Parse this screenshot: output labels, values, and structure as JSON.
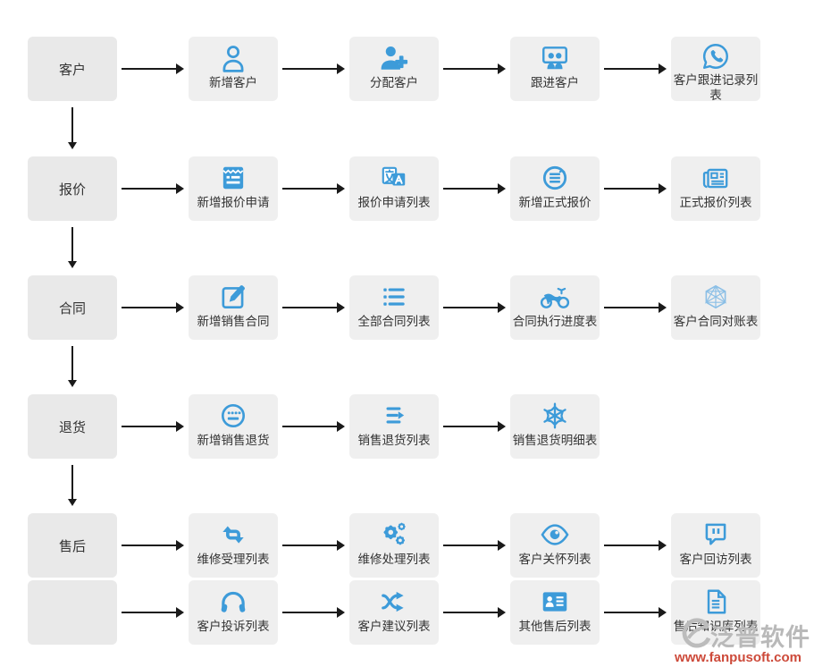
{
  "palette": {
    "icon_blue": "#3d9bd9",
    "icon_blue_light": "#8bbfe6",
    "stage_box_bg": "#e9e9e9",
    "node_box_bg": "#efefef",
    "arrow_color": "#1a1a1a",
    "label_color": "#333333"
  },
  "rows": [
    {
      "name": "customer-row",
      "stage": {
        "label": "客户",
        "name": "stage-customer"
      },
      "arrow_down": true,
      "nodes": [
        {
          "label": "新增客户",
          "name": "add-customer",
          "icon": "user-icon"
        },
        {
          "label": "分配客户",
          "name": "assign-customer",
          "icon": "user-plus-icon"
        },
        {
          "label": "跟进客户",
          "name": "follow-up-customer",
          "icon": "presentation-people-icon"
        },
        {
          "label": "客户跟进记录列表",
          "name": "customer-follow-up-record-list",
          "icon": "whatsapp-icon"
        }
      ]
    },
    {
      "name": "quote-row",
      "stage": {
        "label": "报价",
        "name": "stage-quote"
      },
      "arrow_down": true,
      "nodes": [
        {
          "label": "新增报价申请",
          "name": "add-quote-request",
          "icon": "clipboard-list-icon"
        },
        {
          "label": "报价申请列表",
          "name": "quote-request-list",
          "icon": "translate-icon"
        },
        {
          "label": "新增正式报价",
          "name": "add-formal-quote",
          "icon": "circle-lines-icon"
        },
        {
          "label": "正式报价列表",
          "name": "formal-quote-list",
          "icon": "newspaper-icon"
        }
      ]
    },
    {
      "name": "contract-row",
      "stage": {
        "label": "合同",
        "name": "stage-contract"
      },
      "arrow_down": true,
      "nodes": [
        {
          "label": "新增销售合同",
          "name": "add-sales-contract",
          "icon": "edit-icon"
        },
        {
          "label": "全部合同列表",
          "name": "all-contract-list",
          "icon": "list-icon"
        },
        {
          "label": "合同执行进度表",
          "name": "contract-execution-progress",
          "icon": "motorcycle-icon"
        },
        {
          "label": "客户合同对账表",
          "name": "customer-contract-reconciliation",
          "icon": "hexagon-wireframe-icon"
        }
      ]
    },
    {
      "name": "return-row",
      "stage": {
        "label": "退货",
        "name": "stage-return"
      },
      "arrow_down": true,
      "nodes": [
        {
          "label": "新增销售退货",
          "name": "add-sales-return",
          "icon": "circle-keyboard-icon"
        },
        {
          "label": "销售退货列表",
          "name": "sales-return-list",
          "icon": "lines-arrow-icon"
        },
        {
          "label": "销售退货明细表",
          "name": "sales-return-detail",
          "icon": "snowflake-icon"
        }
      ]
    },
    {
      "name": "after-sales-row",
      "stage": {
        "label": "售后",
        "name": "stage-after-sales"
      },
      "arrow_down": false,
      "nodes": [
        {
          "label": "维修受理列表",
          "name": "repair-acceptance-list",
          "icon": "retweet-icon"
        },
        {
          "label": "维修处理列表",
          "name": "repair-handling-list",
          "icon": "gears-icon"
        },
        {
          "label": "客户关怀列表",
          "name": "customer-care-list",
          "icon": "eye-icon"
        },
        {
          "label": "客户回访列表",
          "name": "customer-revisit-list",
          "icon": "twitch-icon"
        }
      ]
    },
    {
      "name": "after-sales-row-2",
      "stage": {
        "label": "",
        "name": "stage-empty"
      },
      "arrow_down": false,
      "nodes": [
        {
          "label": "客户投诉列表",
          "name": "customer-complaint-list",
          "icon": "headphones-icon"
        },
        {
          "label": "客户建议列表",
          "name": "customer-suggestion-list",
          "icon": "shuffle-icon"
        },
        {
          "label": "其他售后列表",
          "name": "other-after-sales-list",
          "icon": "id-card-icon"
        },
        {
          "label": "售后知识库列表",
          "name": "after-sales-knowledge-list",
          "icon": "file-text-icon"
        }
      ]
    }
  ],
  "watermark": {
    "brand": "泛普软件",
    "url": "www.fanpusoft.com",
    "brand_color": "#b9b9b9",
    "url_color": "#cd4a3a"
  }
}
